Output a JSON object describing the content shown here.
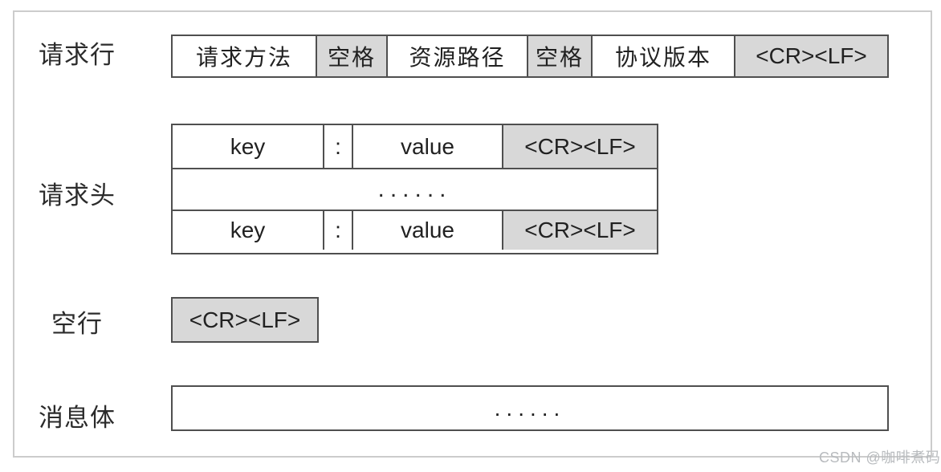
{
  "labels": {
    "request_line": "请求行",
    "request_headers": "请求头",
    "empty_line": "空行",
    "message_body": "消息体"
  },
  "request_line": {
    "cells": [
      {
        "text": "请求方法",
        "shaded": false
      },
      {
        "text": "空格",
        "shaded": true
      },
      {
        "text": "资源路径",
        "shaded": false
      },
      {
        "text": "空格",
        "shaded": true
      },
      {
        "text": "协议版本",
        "shaded": false
      },
      {
        "text": "<CR><LF>",
        "shaded": true
      }
    ]
  },
  "request_headers": {
    "row1": {
      "key": "key",
      "colon": ":",
      "value": "value",
      "crlf": "<CR><LF>"
    },
    "ellipsis_row": "......",
    "row2": {
      "key": "key",
      "colon": ":",
      "value": "value",
      "crlf": "<CR><LF>"
    }
  },
  "empty_line": {
    "crlf": "<CR><LF>"
  },
  "message_body": {
    "ellipsis": "......"
  },
  "watermark": "CSDN @咖啡煮码",
  "colors": {
    "cell_border": "#4f4f4f",
    "shaded_fill": "#d8d8d8",
    "text": "#212121",
    "frame_border": "#cccccc",
    "watermark_text": "#b8bbbe"
  }
}
